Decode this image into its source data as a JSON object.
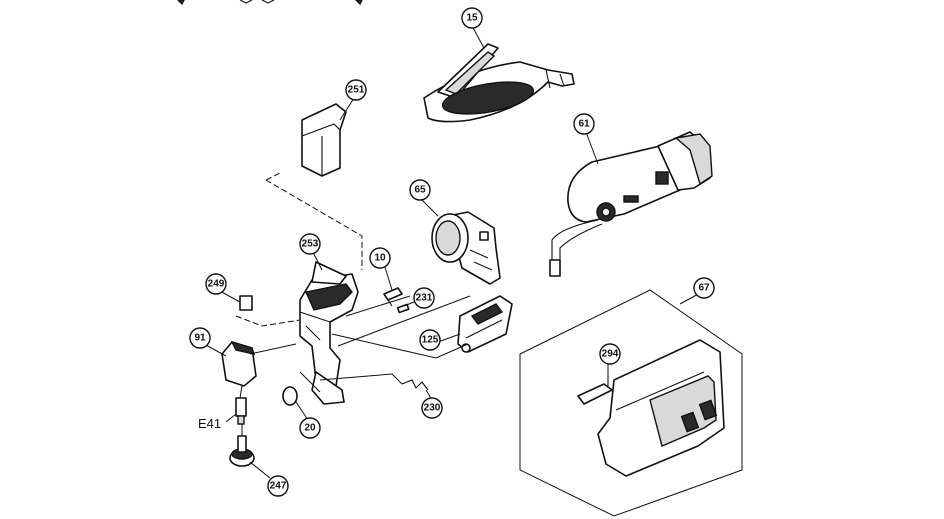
{
  "diagram": {
    "callouts": {
      "p15": "15",
      "p251": "251",
      "p61": "61",
      "p65": "65",
      "p253": "253",
      "p10": "10",
      "p231": "231",
      "p249": "249",
      "p91": "91",
      "p125": "125",
      "p67": "67",
      "p294": "294",
      "p230": "230",
      "p20": "20",
      "p247": "247"
    },
    "labels": {
      "e41": "E41"
    }
  }
}
